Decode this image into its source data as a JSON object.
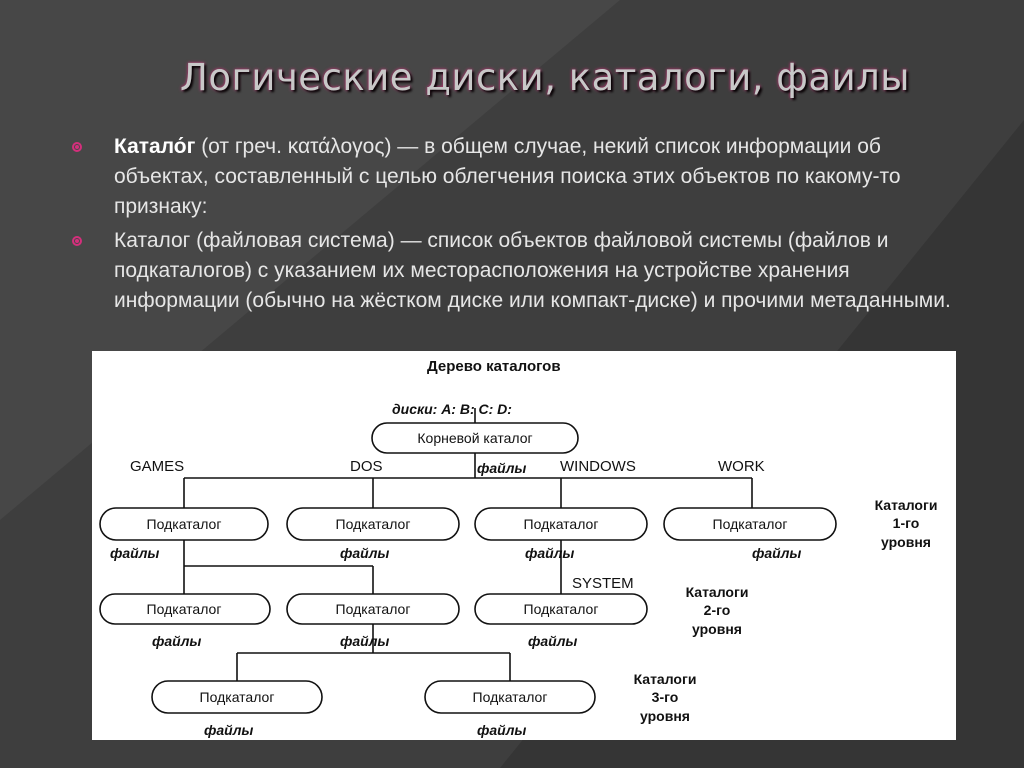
{
  "slide": {
    "title": "Логические диски, каталоги, фаилы",
    "accent_color": "#d42f7c",
    "bullets": [
      {
        "term": "Катало́г",
        "text": " (от греч. κατάλογος) — в общем случае, некий список информации об объектах, составленный с целью облегчения поиска этих объектов по какому-то признаку:"
      },
      {
        "term": "",
        "text": "Каталог (файловая система) — список объектов файловой системы (файлов и подкаталогов) с указанием их месторасположения на устройстве хранения информации (обычно на жёстком диске или компакт-диске) и прочими метаданными."
      }
    ]
  },
  "diagram": {
    "title": "Дерево каталогов",
    "disks": "диски: A: B: C: D:",
    "root": "Корневой каталог",
    "root_files": "файлы",
    "level1_names": [
      "GAMES",
      "DOS",
      "WINDOWS",
      "WORK"
    ],
    "level2_name_system": "SYSTEM",
    "node_label": "Подкаталог",
    "files_label": "файлы",
    "level_labels": [
      [
        "Каталоги",
        "1-го",
        "уровня"
      ],
      [
        "Каталоги",
        "2-го",
        "уровня"
      ],
      [
        "Каталоги",
        "3-го",
        "уровня"
      ]
    ]
  }
}
